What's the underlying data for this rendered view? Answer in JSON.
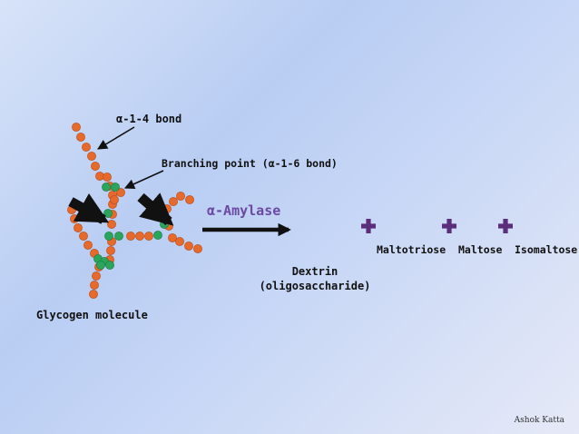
{
  "labels": {
    "alpha14": "α-1-4 bond",
    "branching": "Branching point (α-1-6 bond)",
    "glycogen": "Glycogen molecule",
    "enzyme": "α-Amylase",
    "dextrin_line1": "Dextrin",
    "dextrin_line2": "(oligosaccharide)",
    "maltotriose": "Maltotriose",
    "maltose": "Maltose",
    "isomaltose": "Isomaltose"
  },
  "credit": "Ashok Katta",
  "colors": {
    "glucose_orange": "#e86a2a",
    "branch_green": "#2aa55b",
    "plus_purple": "#5b2d7a",
    "enzyme_text": "#6b4aa3"
  }
}
